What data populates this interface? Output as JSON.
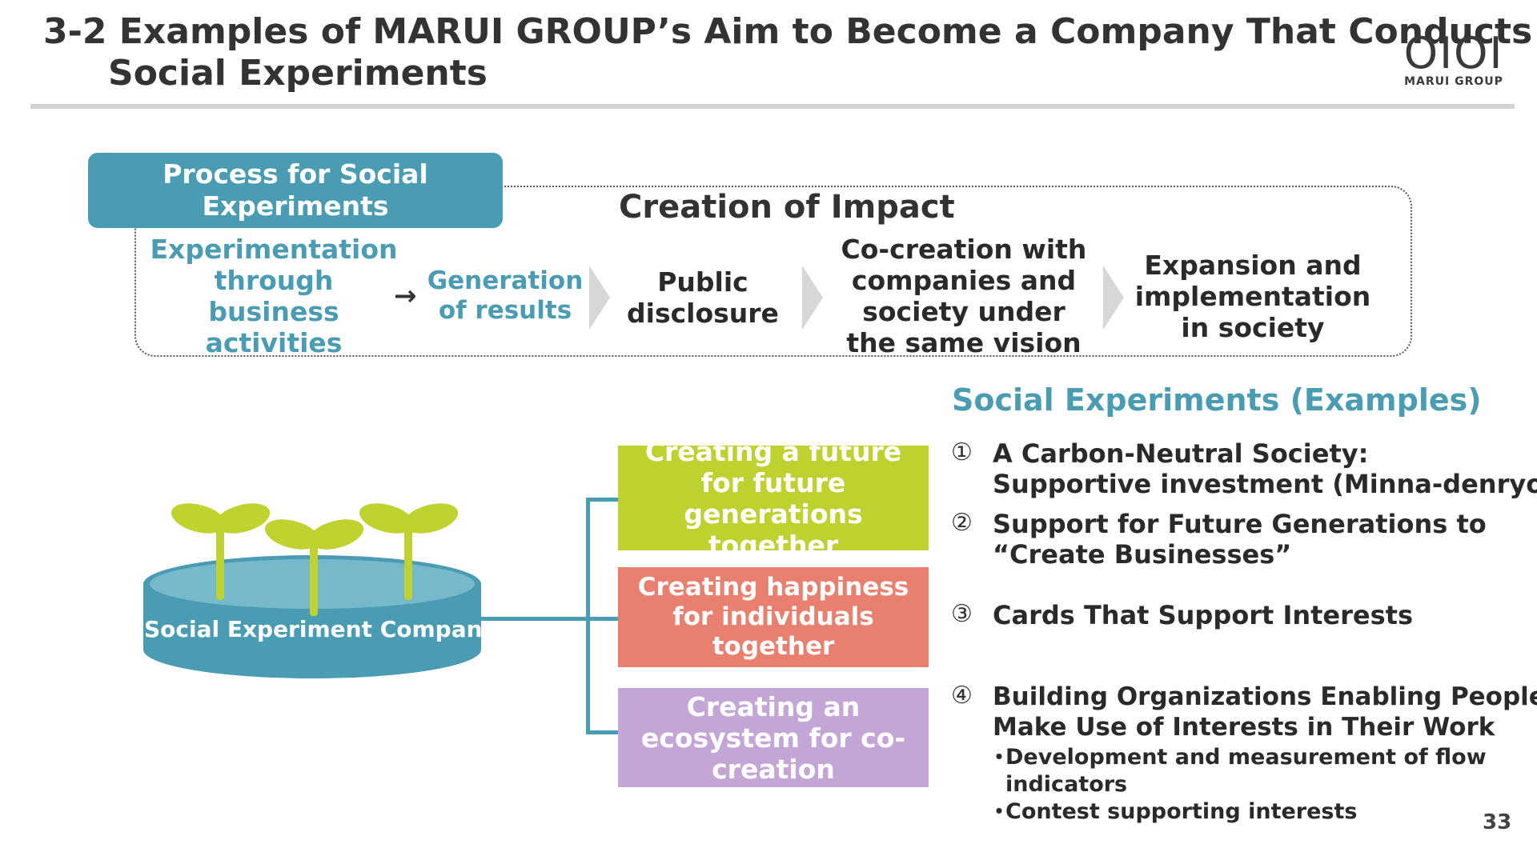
{
  "header": {
    "title_line1": "3-2 Examples of MARUI GROUP’s Aim to Become a Company That Conducts",
    "title_line2": "Social Experiments",
    "logo_mark": "OIOI",
    "logo_text": "MARUI GROUP"
  },
  "process": {
    "tab_label": "Process for Social Experiments",
    "impact_heading": "Creation of Impact",
    "arrow": "→",
    "steps": [
      "Experimentation through business activities",
      "Generation of results",
      "Public disclosure",
      "Co-creation with companies and society under the same vision",
      "Expansion and implementation in society"
    ]
  },
  "company": {
    "label": "Social Experiment Company"
  },
  "values": [
    "Creating a future for future generations together",
    "Creating happiness for individuals together",
    "Creating an ecosystem for co-creation"
  ],
  "examples": {
    "heading": "Social Experiments (Examples)",
    "items": [
      {
        "num": "①",
        "line1": "A Carbon-Neutral Society:",
        "line2": "Supportive investment (Minna-denryoku)"
      },
      {
        "num": "②",
        "line1": "Support for Future Generations to",
        "line2": "“Create Businesses”"
      },
      {
        "num": "③",
        "line1": "Cards That Support Interests"
      },
      {
        "num": "④",
        "line1": "Building Organizations Enabling People to",
        "line2": "Make Use of Interests in Their Work"
      }
    ],
    "bullets": [
      {
        "dot": "・",
        "line1": "Development and measurement of flow",
        "line2": "indicators"
      },
      {
        "dot": "・",
        "line1": "Contest supporting interests"
      }
    ]
  },
  "page_number": "33",
  "colors": {
    "teal": "#4a9cb3",
    "green": "#bfd12f",
    "salmon": "#e9806f",
    "lavender": "#c3a6d6",
    "sprout": "#c0d22f"
  }
}
